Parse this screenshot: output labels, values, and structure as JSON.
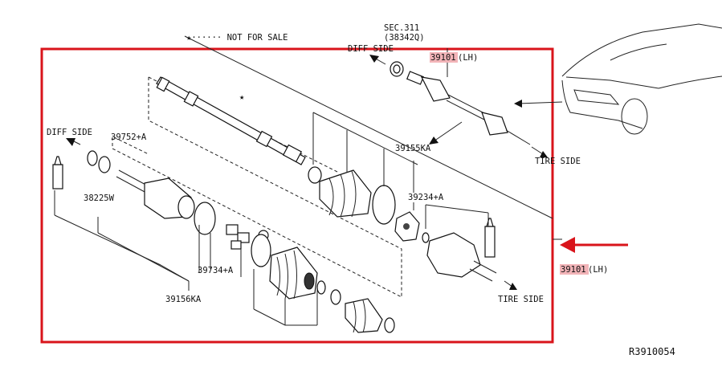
{
  "labels": {
    "not_for_sale": "★······ NOT FOR SALE",
    "sec": "SEC.311",
    "sec_sub": "(38342Q)",
    "diff_side_top": "DIFF SIDE",
    "part_top": "39101",
    "part_top_side": "(LH)",
    "tire_side_right": "TIRE SIDE",
    "diff_side_left": "DIFF SIDE",
    "p39752": "39752+A",
    "p38225": "38225W",
    "p39155": "39155KA",
    "p39234": "39234+A",
    "p39734": "39734+A",
    "p39156": "39156KA",
    "tire_side_bottom": "TIRE SIDE",
    "part_right": "39101",
    "part_right_side": "(LH)",
    "star": "★",
    "diagram_id": "R3910054"
  },
  "colors": {
    "frame": "#d9141b",
    "arrow": "#d9141b",
    "highlight": "#f2b4b8",
    "ink": "#111111"
  }
}
